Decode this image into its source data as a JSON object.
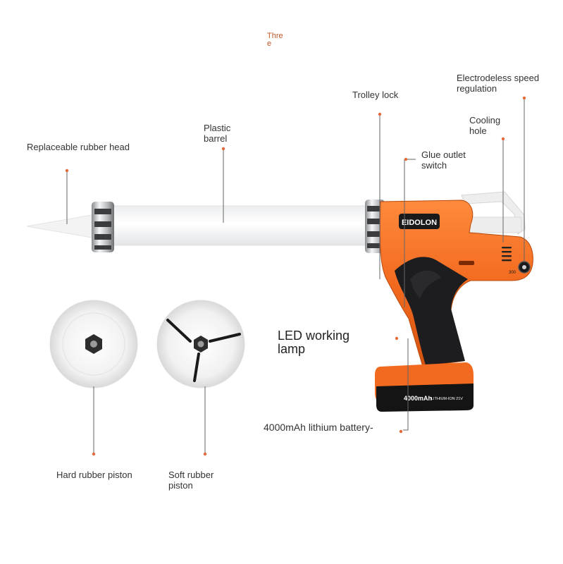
{
  "labels": {
    "three": [
      "Thre",
      "e"
    ],
    "speed_regulation": [
      "Electrodeless speed",
      "regulation"
    ],
    "trolley_lock": "Trolley lock",
    "cooling_hole": [
      "Cooling",
      "hole"
    ],
    "plastic_barrel": [
      "Plastic",
      "barrel"
    ],
    "glue_outlet_switch": [
      "Glue outlet",
      "switch"
    ],
    "rubber_head": "Replaceable rubber head",
    "led_lamp": [
      "LED working",
      "lamp"
    ],
    "battery": "4000mAh lithium battery-",
    "hard_piston": "Hard rubber piston",
    "soft_piston": [
      "Soft rubber",
      "piston"
    ]
  },
  "product": {
    "brand": "EIDOLON",
    "battery_text": "4000mAh",
    "battery_sub": "LITHIUM-ION 21V",
    "speed_mark": "300"
  },
  "colors": {
    "body_orange": "#f26a1f",
    "grip_black": "#1d1d1f",
    "callout_dot": "#e46a3c",
    "three_text": "#c0582a"
  }
}
